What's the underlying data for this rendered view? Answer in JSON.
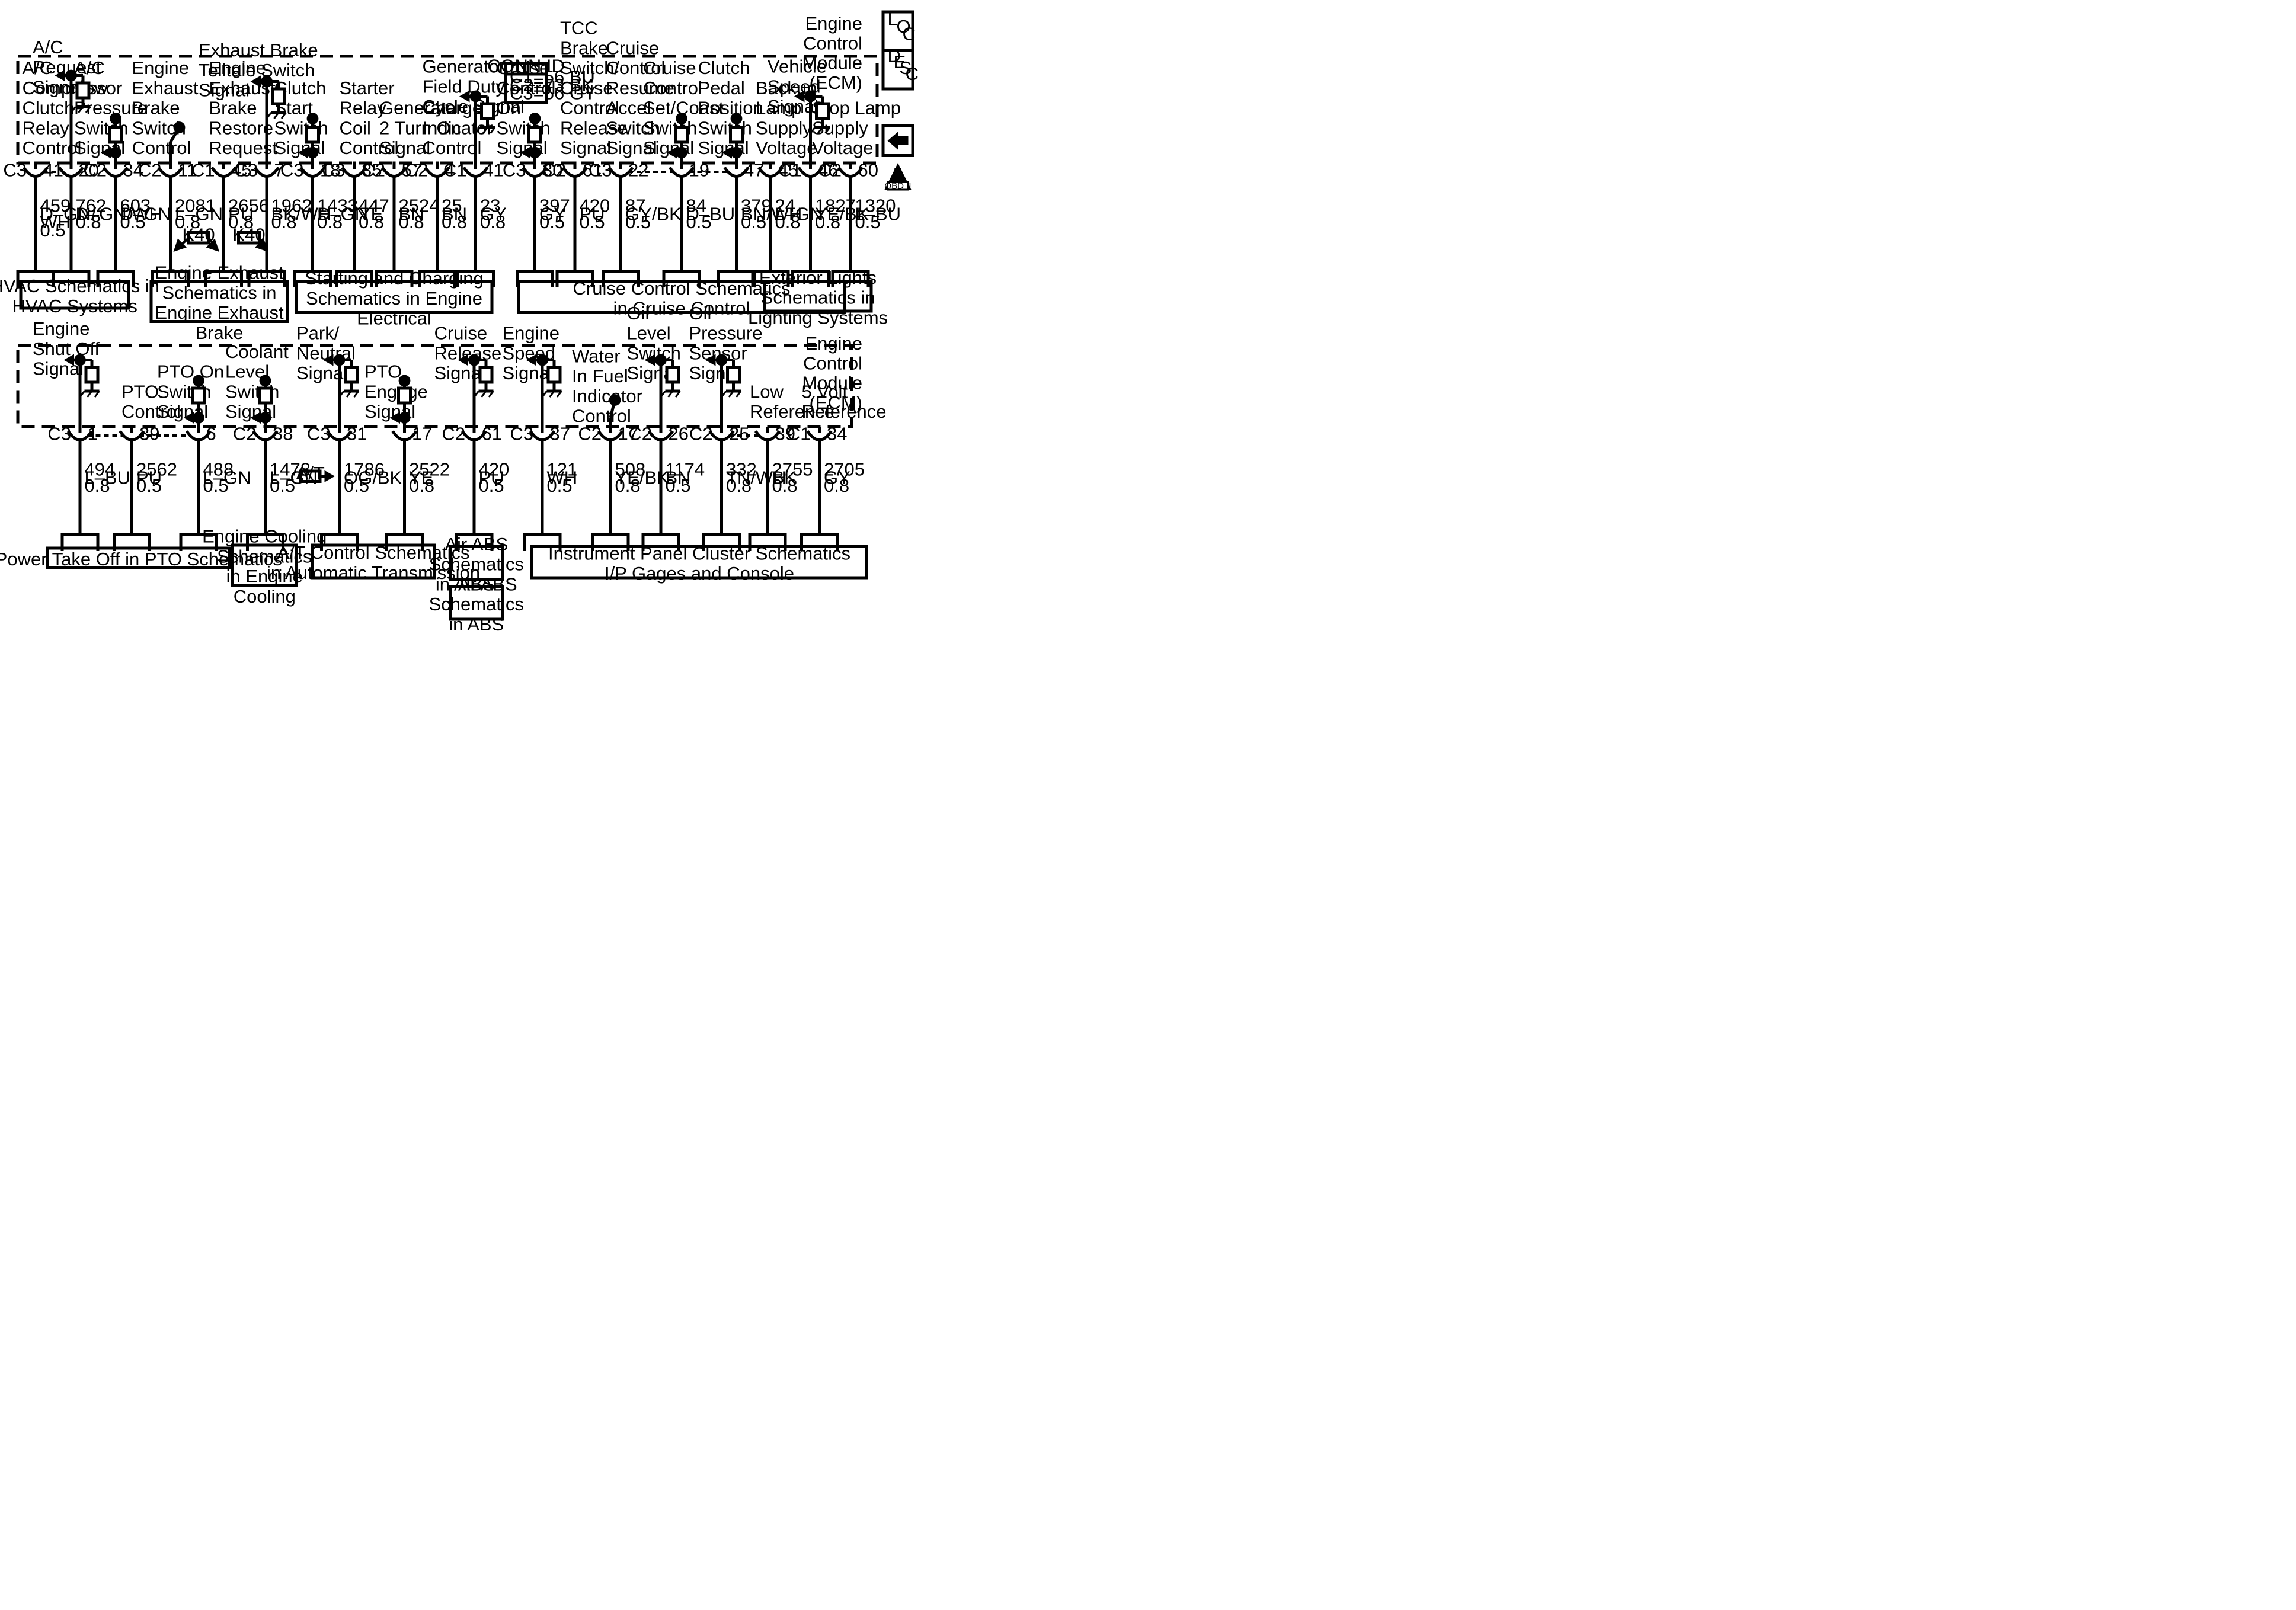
{
  "ecm_label": [
    "Engine",
    "Control",
    "Module",
    "(ECM)"
  ],
  "loc_icon": {
    "l": "L",
    "o": "O",
    "c": "C"
  },
  "desc_icon": {
    "d": "D",
    "e": "E",
    "s": "S",
    "c": "C"
  },
  "obd_badge": {
    "mark": "II",
    "text": "OBD II"
  },
  "conn_id": {
    "title": "CONN ID",
    "lines": [
      "C1=56 BU",
      "C2=73 BK",
      "C3=56 GY"
    ]
  },
  "k40_label": "K40",
  "at_label": "A/T",
  "top_pins": [
    {
      "label": [
        "A/C",
        "Compressor",
        "Clutch",
        "Relay",
        "Control"
      ],
      "conn": "C3",
      "pin": "41",
      "wire": [
        "459",
        "D–GN/",
        "WH",
        "0.5"
      ]
    },
    {
      "label": [
        "A/C",
        "Low",
        "Pressure",
        "Switch",
        "Signal"
      ],
      "conn": "",
      "pin": "20",
      "wire": [
        "762",
        "D–GN/WH",
        "0.8"
      ]
    },
    {
      "label": [],
      "conn": "C2",
      "pin": "34",
      "wire": [
        "603",
        "D–GN",
        "0.5"
      ]
    },
    {
      "label": [
        "Engine",
        "Exhaust",
        "Brake",
        "Switch",
        "Control"
      ],
      "conn": "C2",
      "pin": "11",
      "wire": [
        "2081",
        "L–GN",
        "0.8"
      ]
    },
    {
      "label": [
        "Engine",
        "Exhaust",
        "Brake",
        "Restore",
        "Request"
      ],
      "conn": "C1",
      "pin": "45",
      "wire": [
        "2656",
        "PU",
        "0.8"
      ]
    },
    {
      "label": [],
      "conn": "C3",
      "pin": "7",
      "wire": [
        "1962",
        "BK/WH",
        "0.8"
      ]
    },
    {
      "label": [
        "Clutch",
        "Start",
        "Switch",
        "Signal"
      ],
      "conn": "C3",
      "pin": "18",
      "wire": [
        "1433",
        "D–GN",
        "0.8"
      ]
    },
    {
      "label": [
        "Starter",
        "Relay",
        "Coil",
        "Control"
      ],
      "conn": "C3",
      "pin": "35",
      "wire": [
        "447",
        "YE",
        "0.8"
      ]
    },
    {
      "label": [
        "Generator",
        "2 Turn On",
        "Signal"
      ],
      "conn": "C2",
      "pin": "57",
      "wire": [
        "2524",
        "BN",
        "0.8"
      ]
    },
    {
      "label": [
        "Charge",
        "Indicator",
        "Control"
      ],
      "conn": "C2",
      "pin": "4",
      "wire": [
        "25",
        "BN",
        "0.8"
      ]
    },
    {
      "label": [],
      "conn": "C1",
      "pin": "41",
      "wire": [
        "23",
        "GY",
        "0.8"
      ]
    },
    {
      "label": [
        "Cruise",
        "Control",
        "On",
        "Switch",
        "Signal"
      ],
      "conn": "C3",
      "pin": "30",
      "wire": [
        "397",
        "GY",
        "0.5"
      ]
    },
    {
      "label": [
        "TCC",
        "Brake",
        "Switch/",
        "Cruise",
        "Control",
        "Release",
        "Signal"
      ],
      "conn": "C2",
      "pin": "61",
      "wire": [
        "420",
        "PU",
        "0.5"
      ]
    },
    {
      "label": [
        "Cruise",
        "Control",
        "Resume",
        "Accel",
        "Switch",
        "Signal"
      ],
      "conn": "C3",
      "pin": "22",
      "wire": [
        "87",
        "GY/BK",
        "0.5"
      ]
    },
    {
      "label": [
        "Cruise",
        "Control",
        "Set/Coast",
        "Switch",
        "Signal"
      ],
      "conn": "",
      "pin": "19",
      "wire": [
        "84",
        "D–BU",
        "0.5"
      ]
    },
    {
      "label": [
        "Clutch",
        "Pedal",
        "Position",
        "Switch",
        "Signal"
      ],
      "conn": "",
      "pin": "47",
      "wire": [
        "379",
        "BN/WH",
        "0.5"
      ]
    },
    {
      "label": [
        "Backup",
        "Lamp",
        "Supply",
        "Voltage"
      ],
      "conn": "",
      "pin": "45",
      "wire": [
        "24",
        "L–GN",
        "0.8"
      ]
    },
    {
      "label": [],
      "conn": "C1",
      "pin": "46",
      "wire": [
        "1827",
        "YE/BK",
        "0.8"
      ]
    },
    {
      "label": [
        "Stop Lamp",
        "Supply",
        "Voltage"
      ],
      "conn": "C2",
      "pin": "60",
      "wire": [
        "1320",
        "L–BU",
        "0.5"
      ]
    }
  ],
  "top_signals": [
    {
      "label": [
        "A/C",
        "Request",
        "Signal"
      ]
    },
    {
      "label": [
        "Exhaust Brake",
        "Telltale Switch",
        "Signal"
      ]
    },
    {
      "label": [
        "Generator",
        "Field Duty",
        "Cycle Signal"
      ]
    },
    {
      "label": [
        "Vehicle",
        "Speed",
        "Signal"
      ]
    }
  ],
  "top_boxes": [
    {
      "lines": [
        "HVAC Schematics in",
        "HVAC Systems"
      ]
    },
    {
      "lines": [
        "Engine Exhaust",
        "Schematics in",
        "Engine Exhaust",
        "Brake"
      ]
    },
    {
      "lines": [
        "Starting and Charging",
        "Schematics in Engine",
        "Electrical"
      ]
    },
    {
      "lines": [
        "Cruise Control Schematics",
        "in Cruise Control"
      ]
    },
    {
      "lines": [
        "Exterior Lights",
        "Schematics in",
        "Lighting Systems"
      ]
    }
  ],
  "bottom_pins": [
    {
      "label": [
        "Engine",
        "Shut Off",
        "Signal"
      ],
      "conn": "C3",
      "pin": "1",
      "wire": [
        "494",
        "L–BU",
        "0.8"
      ]
    },
    {
      "label": [
        "PTO",
        "Control"
      ],
      "conn": "",
      "pin": "39",
      "wire": [
        "2562",
        "PU",
        "0.5"
      ]
    },
    {
      "label": [
        "PTO On",
        "Switch",
        "Signal"
      ],
      "conn": "",
      "pin": "6",
      "wire": [
        "488",
        "L–GN",
        "0.5"
      ]
    },
    {
      "label": [
        "Coolant",
        "Level",
        "Switch",
        "Signal"
      ],
      "conn": "C2",
      "pin": "38",
      "wire": [
        "1478",
        "L–GN",
        "0.5"
      ]
    },
    {
      "label": [
        "Park/",
        "Neutral",
        "Signal"
      ],
      "conn": "C3",
      "pin": "31",
      "wire": [
        "1786",
        "OG/BK",
        "0.5"
      ]
    },
    {
      "label": [
        "PTO",
        "Engage",
        "Signal"
      ],
      "conn": "",
      "pin": "17",
      "wire": [
        "2522",
        "YE",
        "0.8"
      ]
    },
    {
      "label": [
        "Cruise",
        "Release",
        "Signal"
      ],
      "conn": "C2",
      "pin": "61",
      "wire": [
        "420",
        "PU",
        "0.5"
      ]
    },
    {
      "label": [
        "Engine",
        "Speed",
        "Signal"
      ],
      "conn": "C3",
      "pin": "37",
      "wire": [
        "121",
        "WH",
        "0.5"
      ]
    },
    {
      "label": [
        "Water",
        "In Fuel",
        "Indicator",
        "Control"
      ],
      "conn": "C2",
      "pin": "17",
      "wire": [
        "508",
        "YE/BK",
        "0.8"
      ]
    },
    {
      "label": [
        "Oil",
        "Level",
        "Switch",
        "Signal"
      ],
      "conn": "C2",
      "pin": "26",
      "wire": [
        "1174",
        "BN",
        "0.5"
      ]
    },
    {
      "label": [
        "Oil",
        "Pressure",
        "Sensor",
        "Signal"
      ],
      "conn": "C2",
      "pin": "25",
      "wire": [
        "332",
        "TN/WH",
        "0.8"
      ]
    },
    {
      "label": [
        "Low",
        "Reference"
      ],
      "conn": "",
      "pin": "39",
      "wire": [
        "2755",
        "BK",
        "0.8"
      ]
    },
    {
      "label": [
        "5 Volt",
        "Reference"
      ],
      "conn": "C1",
      "pin": "34",
      "wire": [
        "2705",
        "GY",
        "0.8"
      ]
    }
  ],
  "bottom_boxes": [
    {
      "lines": [
        "Power Take Off in PTO Schematics"
      ]
    },
    {
      "lines": [
        "Engine Cooling",
        "Schematics",
        "in Engine",
        "Cooling"
      ]
    },
    {
      "lines": [
        "A/T Control Schematics",
        "in Automatic Transmission"
      ]
    },
    {
      "lines": [
        "Air ABS",
        "Schematics",
        "in Air ABS"
      ]
    },
    {
      "lines": [
        "ABS",
        "Schematics",
        "in ABS"
      ]
    },
    {
      "lines": [
        "Instrument Panel Cluster Schematics",
        "I/P Gages and Console"
      ]
    }
  ]
}
